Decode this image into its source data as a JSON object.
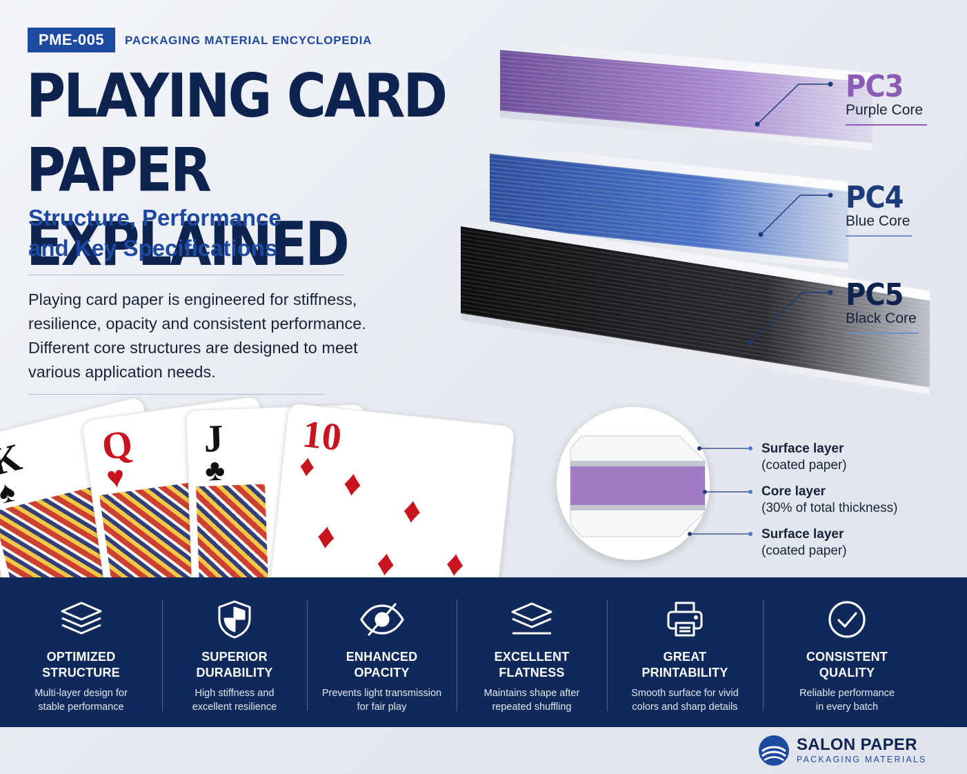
{
  "header": {
    "code": "PME-005",
    "series": "PACKAGING MATERIAL ENCYCLOPEDIA",
    "title_lines": [
      "PLAYING CARD",
      "PAPER EXPLAINED"
    ],
    "subtitle_lines": [
      "Structure, Performance",
      "and Key Specifications"
    ],
    "intro_lines": [
      "Playing card paper is engineered for stiffness,",
      "resilience, opacity and consistent performance.",
      "Different core structures are designed to meet",
      "various application needs."
    ]
  },
  "cards": [
    {
      "rank": "K",
      "suit": "♠",
      "color": "black"
    },
    {
      "rank": "Q",
      "suit": "♥",
      "color": "red"
    },
    {
      "rank": "J",
      "suit": "♣",
      "color": "black"
    },
    {
      "rank": "10",
      "suit": "♦",
      "color": "red"
    }
  ],
  "grades": [
    {
      "code": "PC3",
      "name": "Purple Core",
      "color": "#8c5bb6"
    },
    {
      "code": "PC4",
      "name": "Blue Core",
      "color": "#1d3a7a"
    },
    {
      "code": "PC5",
      "name": "Black Core",
      "color": "#0f2350"
    }
  ],
  "cross_section": {
    "layers": [
      {
        "name": "Surface layer",
        "desc": "(coated paper)"
      },
      {
        "name": "Core layer",
        "desc": "(30% of total thickness)"
      },
      {
        "name": "Surface layer",
        "desc": "(coated paper)"
      }
    ],
    "core_color": "#a07cc4",
    "core_fraction": 0.3
  },
  "features": [
    {
      "icon": "layers-icon",
      "name_lines": [
        "OPTIMIZED",
        "STRUCTURE"
      ],
      "desc_lines": [
        "Multi-layer design for",
        "stable performance"
      ]
    },
    {
      "icon": "shield-icon",
      "name_lines": [
        "SUPERIOR",
        "DURABILITY"
      ],
      "desc_lines": [
        "High stiffness and",
        "excellent resilience"
      ]
    },
    {
      "icon": "eye-slash-icon",
      "name_lines": [
        "ENHANCED",
        "OPACITY"
      ],
      "desc_lines": [
        "Prevents light transmission",
        "for fair play"
      ]
    },
    {
      "icon": "flat-sheets-icon",
      "name_lines": [
        "EXCELLENT",
        "FLATNESS"
      ],
      "desc_lines": [
        "Maintains shape after",
        "repeated shuffling"
      ]
    },
    {
      "icon": "printer-icon",
      "name_lines": [
        "GREAT",
        "PRINTABILITY"
      ],
      "desc_lines": [
        "Smooth surface for vivid",
        "colors and sharp details"
      ]
    },
    {
      "icon": "check-circle-icon",
      "name_lines": [
        "CONSISTENT",
        "QUALITY"
      ],
      "desc_lines": [
        "Reliable performance",
        "in every batch"
      ]
    }
  ],
  "brand": {
    "name": "SALON PAPER",
    "tagline": "PACKAGING MATERIALS"
  },
  "colors": {
    "navy": "#0f2350",
    "accent_blue": "#1d4aa0",
    "band": "#0f2a5a",
    "purple": "#8c5bb6"
  }
}
